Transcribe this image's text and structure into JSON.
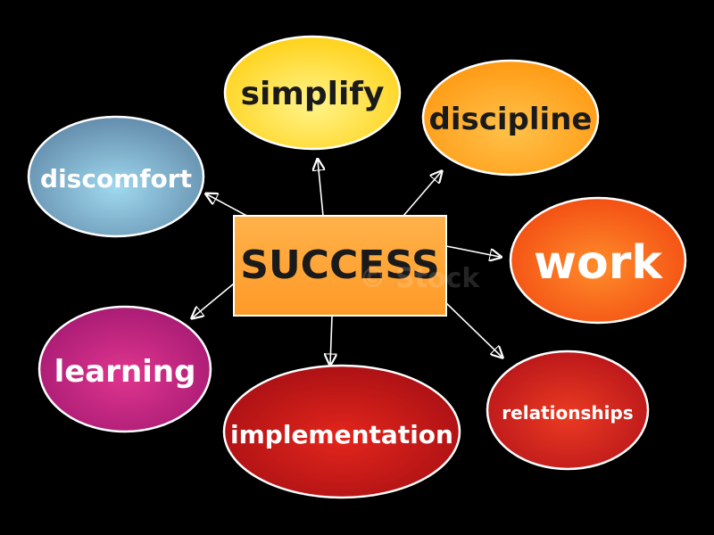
{
  "diagram": {
    "center": {
      "label": "SUCCESS"
    },
    "nodes": [
      {
        "id": "simplify",
        "label": "simplify"
      },
      {
        "id": "discipline",
        "label": "discipline"
      },
      {
        "id": "discomfort",
        "label": "discomfort"
      },
      {
        "id": "work",
        "label": "work"
      },
      {
        "id": "learning",
        "label": "learning"
      },
      {
        "id": "implementation",
        "label": "implementation"
      },
      {
        "id": "relationships",
        "label": "relationships"
      }
    ],
    "watermark": "© Stock"
  }
}
